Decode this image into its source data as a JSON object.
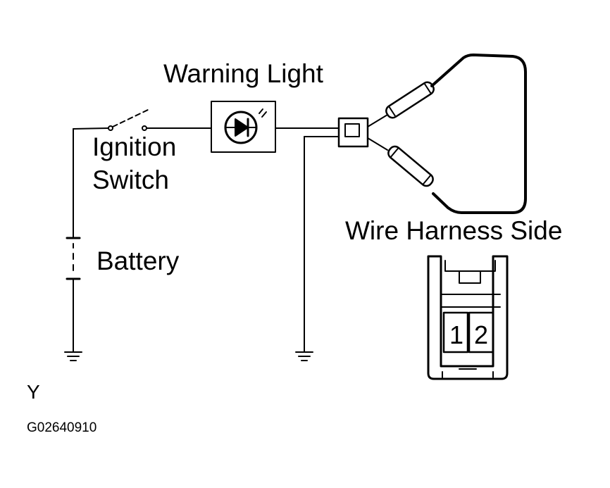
{
  "labels": {
    "warning_light": "Warning Light",
    "ignition_switch_line1": "Ignition",
    "ignition_switch_line2": "Switch",
    "battery": "Battery",
    "wire_harness_side": "Wire Harness Side",
    "terminal_1": "1",
    "terminal_2": "2",
    "corner_mark": "Y",
    "figure_code": "G02640910"
  },
  "colors": {
    "ink": "#000000",
    "background": "#ffffff"
  }
}
